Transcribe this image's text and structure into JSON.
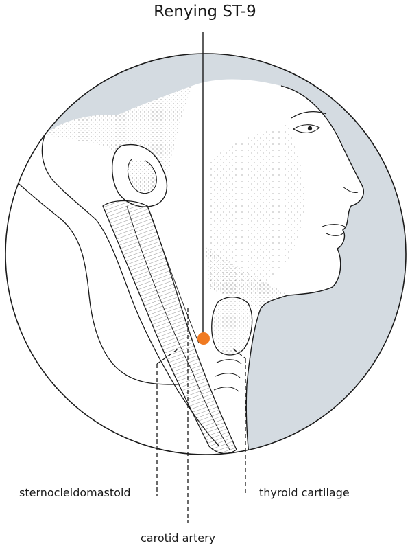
{
  "title": "Renying ST-9",
  "labels": {
    "sternocleidomastoid": "sternocleidomastoid",
    "thyroid_cartilage": "thyroid cartilage",
    "carotid_artery": "carotid artery"
  },
  "colors": {
    "background_fill": "#d4dbe1",
    "outline": "#1a1a1a",
    "point_marker": "#f07a22"
  }
}
